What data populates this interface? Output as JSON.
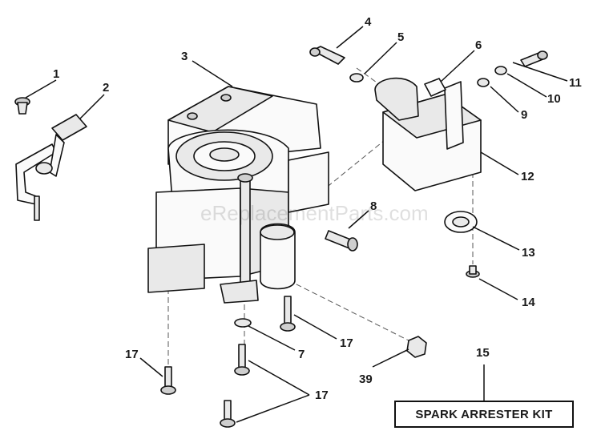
{
  "callouts": {
    "c1": "1",
    "c2": "2",
    "c3": "3",
    "c4": "4",
    "c5": "5",
    "c6": "6",
    "c7": "7",
    "c8": "8",
    "c9": "9",
    "c10": "10",
    "c11": "11",
    "c12": "12",
    "c13": "13",
    "c14": "14",
    "c15": "15",
    "c17a": "17",
    "c17b": "17",
    "c17c": "17",
    "c39": "39"
  },
  "kit_label": "SPARK ARRESTER KIT",
  "watermark": "eReplacementParts.com"
}
